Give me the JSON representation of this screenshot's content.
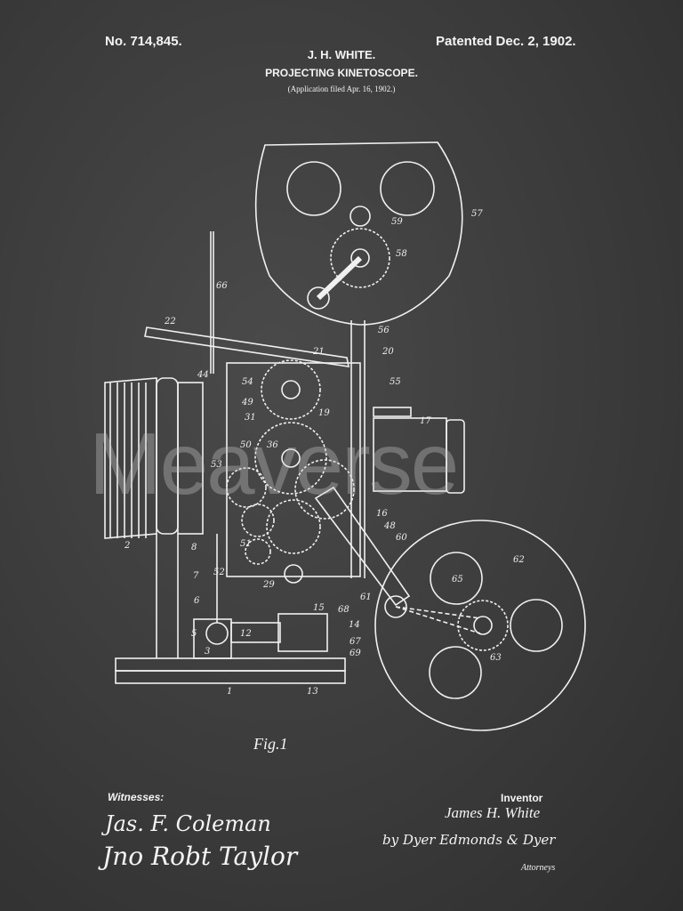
{
  "header": {
    "patent_number": "No. 714,845.",
    "patent_date": "Patented Dec. 2, 1902.",
    "inventor_heading": "J. H. WHITE.",
    "title": "PROJECTING KINETOSCOPE.",
    "application": "(Application filed Apr. 16, 1902.)"
  },
  "figure_label": "Fig.1",
  "reference_numerals": [
    "57",
    "59",
    "58",
    "66",
    "22",
    "56",
    "21",
    "20",
    "44",
    "54",
    "55",
    "49",
    "19",
    "31",
    "17",
    "50",
    "53",
    "36",
    "16",
    "48",
    "60",
    "8",
    "51",
    "62",
    "52",
    "65",
    "7",
    "29",
    "61",
    "15",
    "68",
    "6",
    "14",
    "5",
    "12",
    "67",
    "3",
    "69",
    "63",
    "2",
    "1",
    "13"
  ],
  "footer": {
    "witnesses_label": "Witnesses:",
    "witness_1": "Jas. F. Coleman",
    "witness_2": "Jno Robt Taylor",
    "inventor_label": "Inventor",
    "inventor_name": "James H. White",
    "attorney_signature": "by Dyer Edmonds & Dyer",
    "attorneys_label": "Attorneys"
  },
  "watermark": "Meaverse",
  "colors": {
    "board": "#3a3a3a",
    "chalk": "#f2f2f2"
  }
}
